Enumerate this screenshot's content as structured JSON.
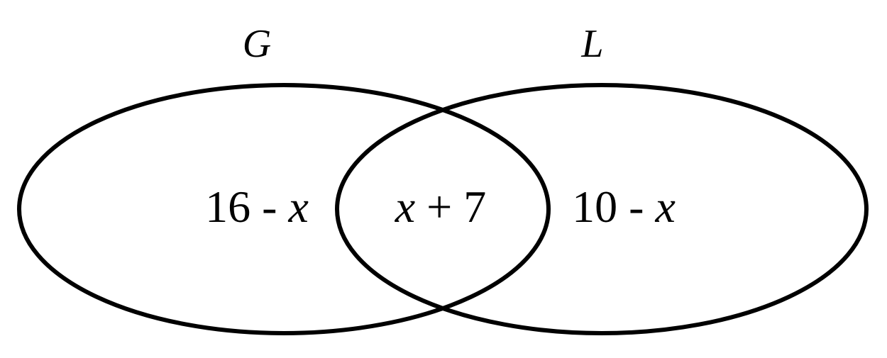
{
  "diagram": {
    "colors": {
      "stroke": "#000000",
      "text": "#000000",
      "background": "#ffffff"
    },
    "sets": {
      "g": {
        "label": "G"
      },
      "l": {
        "label": "L"
      }
    },
    "regions": {
      "g_only": {
        "constant": "16",
        "operator": " - ",
        "variable": "x"
      },
      "intersection": {
        "variable": "x",
        "operator": " + ",
        "constant": "7"
      },
      "l_only": {
        "constant": "10",
        "operator": " - ",
        "variable": "x"
      }
    }
  }
}
